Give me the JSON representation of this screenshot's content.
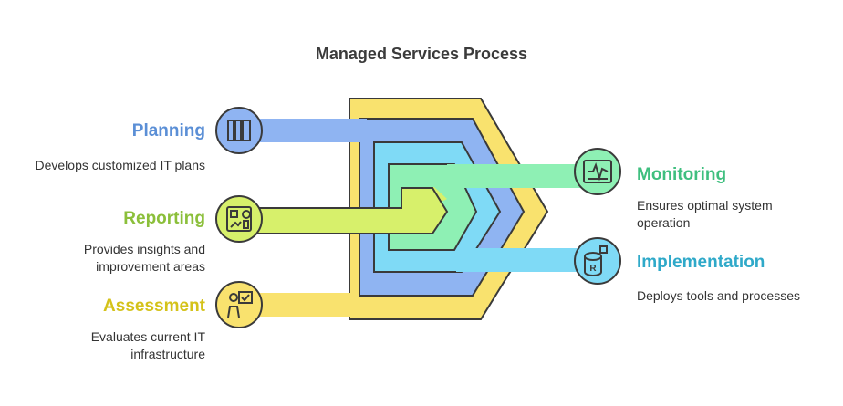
{
  "title": "Managed Services Process",
  "steps": {
    "planning": {
      "label": "Planning",
      "description": "Develops customized IT plans",
      "color": "#5b8fd6",
      "icon": "columns-icon"
    },
    "reporting": {
      "label": "Reporting",
      "description": "Provides insights and improvement areas",
      "color": "#8bbf3a",
      "icon": "dashboard-icon"
    },
    "assessment": {
      "label": "Assessment",
      "description": "Evaluates current IT infrastructure",
      "color": "#d4c21a",
      "icon": "presenter-check-icon"
    },
    "monitoring": {
      "label": "Monitoring",
      "description": "Ensures optimal system operation",
      "color": "#3fbf7f",
      "icon": "monitor-pulse-icon"
    },
    "implementation": {
      "label": "Implementation",
      "description": "Deploys tools and processes",
      "color": "#2fa9c9",
      "icon": "database-chip-icon"
    }
  },
  "icon_text": {
    "db_letter": "R"
  }
}
